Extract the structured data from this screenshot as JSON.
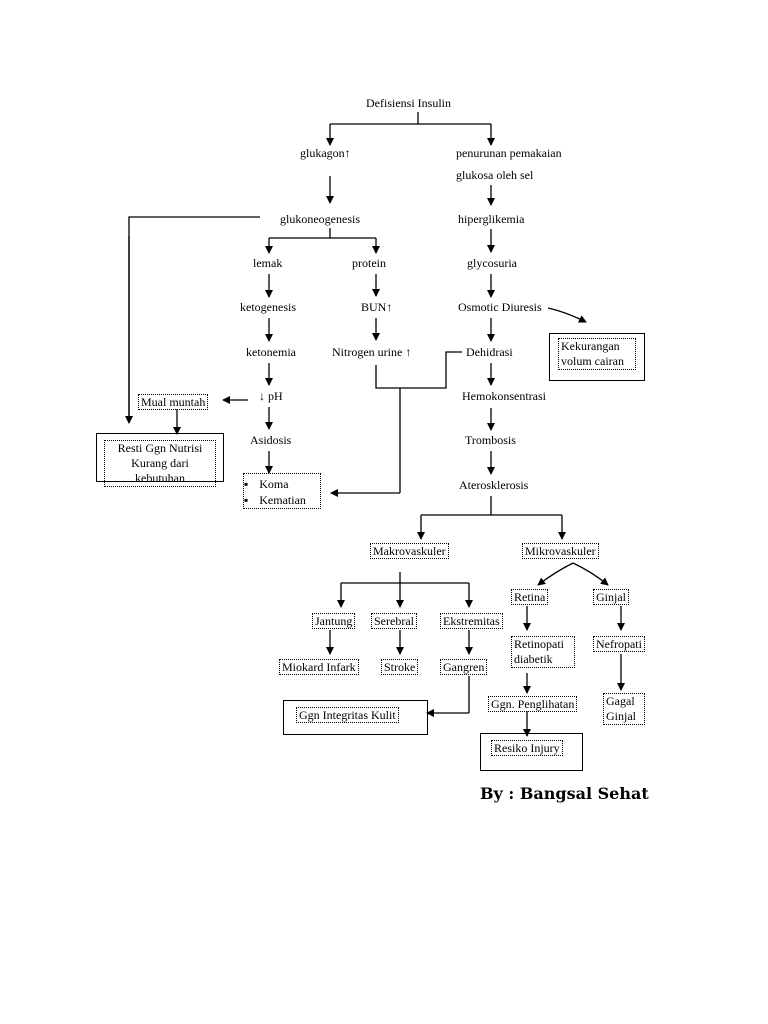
{
  "nodes": {
    "defisiensi": "Defisiensi  Insulin",
    "glukagon": "glukagon↑",
    "penurunan1": "penurunan pemakaian",
    "penurunan2": "glukosa oleh sel",
    "glukoneogenesis": "glukoneogenesis",
    "hiperglikemia": "hiperglikemia",
    "lemak": "lemak",
    "protein": "protein",
    "glycosuria": "glycosuria",
    "ketogenesis": "ketogenesis",
    "bun": "BUN↑",
    "osmotic": "Osmotic Diuresis",
    "kekurangan": "Kekurangan volum cairan",
    "ketonemia": "ketonemia",
    "nitrogen": "Nitrogen  urine ↑",
    "dehidrasi": "Dehidrasi",
    "ph": "↓ pH",
    "mual": "Mual muntah",
    "hemokonsentrasi": "Hemokonsentrasi",
    "resti": "Resti Ggn Nutrisi Kurang dari kebutuhan",
    "asidosis": "Asidosis",
    "trombosis": "Trombosis",
    "koma": "Koma",
    "kematian": "Kematian",
    "aterosklerosis": "Aterosklerosis",
    "makrovaskuler": "Makrovaskuler",
    "mikrovaskuler": "Mikrovaskuler",
    "retina": "Retina",
    "ginjal": "Ginjal",
    "jantung": "Jantung",
    "serebral": "Serebral",
    "ekstremitas": "Ekstremitas",
    "retinopati": "Retinopati diabetik",
    "nefropati": "Nefropati",
    "miokard": "Miokard Infark",
    "stroke": "Stroke",
    "gangren": "Gangren",
    "ggn_penglihatan": "Ggn. Penglihatan",
    "gagal_ginjal": "Gagal Ginjal",
    "ggn_integritas": "Ggn Integritas Kulit",
    "resiko": "Resiko Injury"
  },
  "credit": "By : Bangsal Sehat",
  "bullet": "▪"
}
